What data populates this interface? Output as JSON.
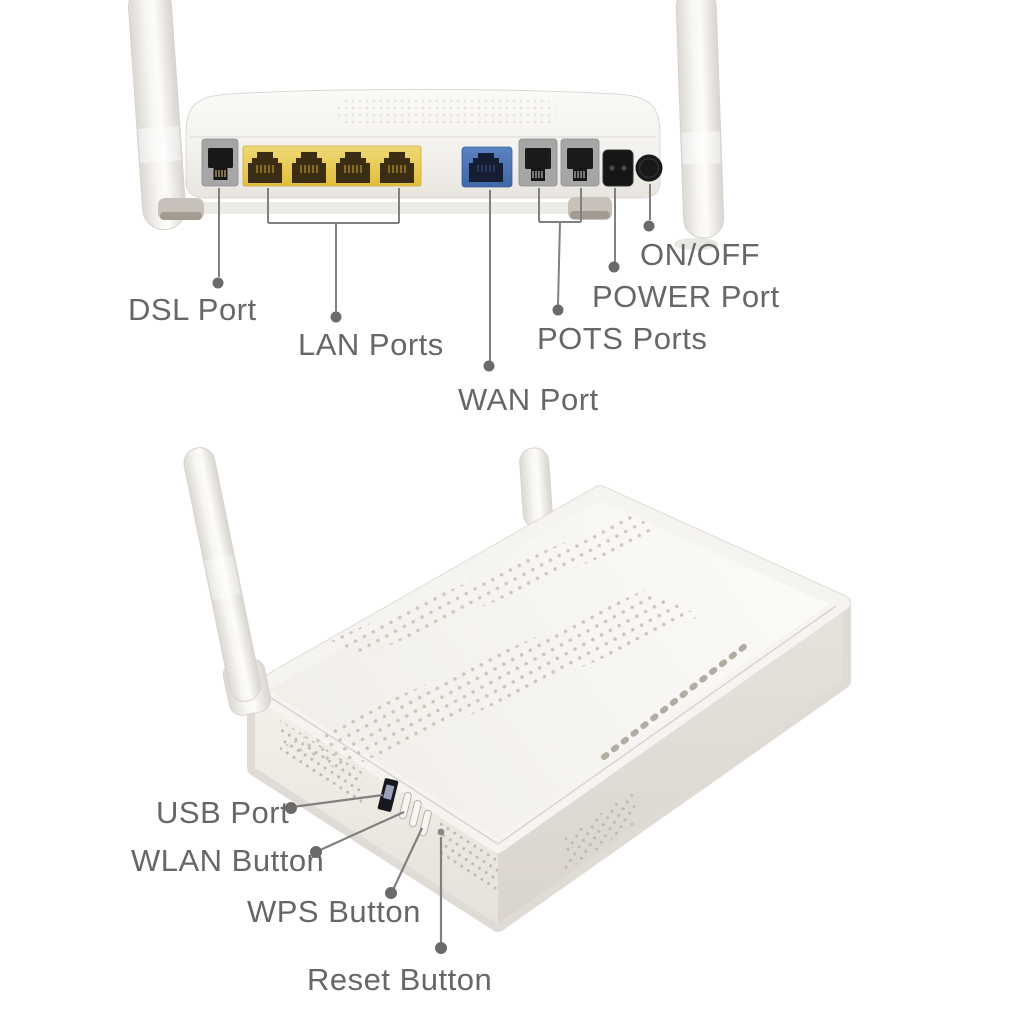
{
  "figure": {
    "description": "Router port and button annotation diagram",
    "back_view": {
      "labels": {
        "dsl": "DSL Port",
        "lan": "LAN Ports",
        "wan": "WAN Port",
        "pots": "POTS Ports",
        "power": "POWER Port",
        "onoff": "ON/OFF"
      },
      "ports": {
        "lan_count": 4,
        "pots_count": 2,
        "antenna_count": 2
      }
    },
    "side_view": {
      "labels": {
        "usb": "USB Port",
        "wlan": "WLAN Button",
        "wps": "WPS Button",
        "reset": "Reset Button"
      }
    },
    "colors": {
      "label_text": "#676767",
      "leader_line": "#808080",
      "leader_dot": "#6a6a6a",
      "lan_yellow": "#e8c64a",
      "wan_blue": "#4a74b8",
      "port_gray": "#a6a6a6",
      "jack_dark": "#1a1a1a",
      "body_white": "#f4f2ee"
    }
  }
}
